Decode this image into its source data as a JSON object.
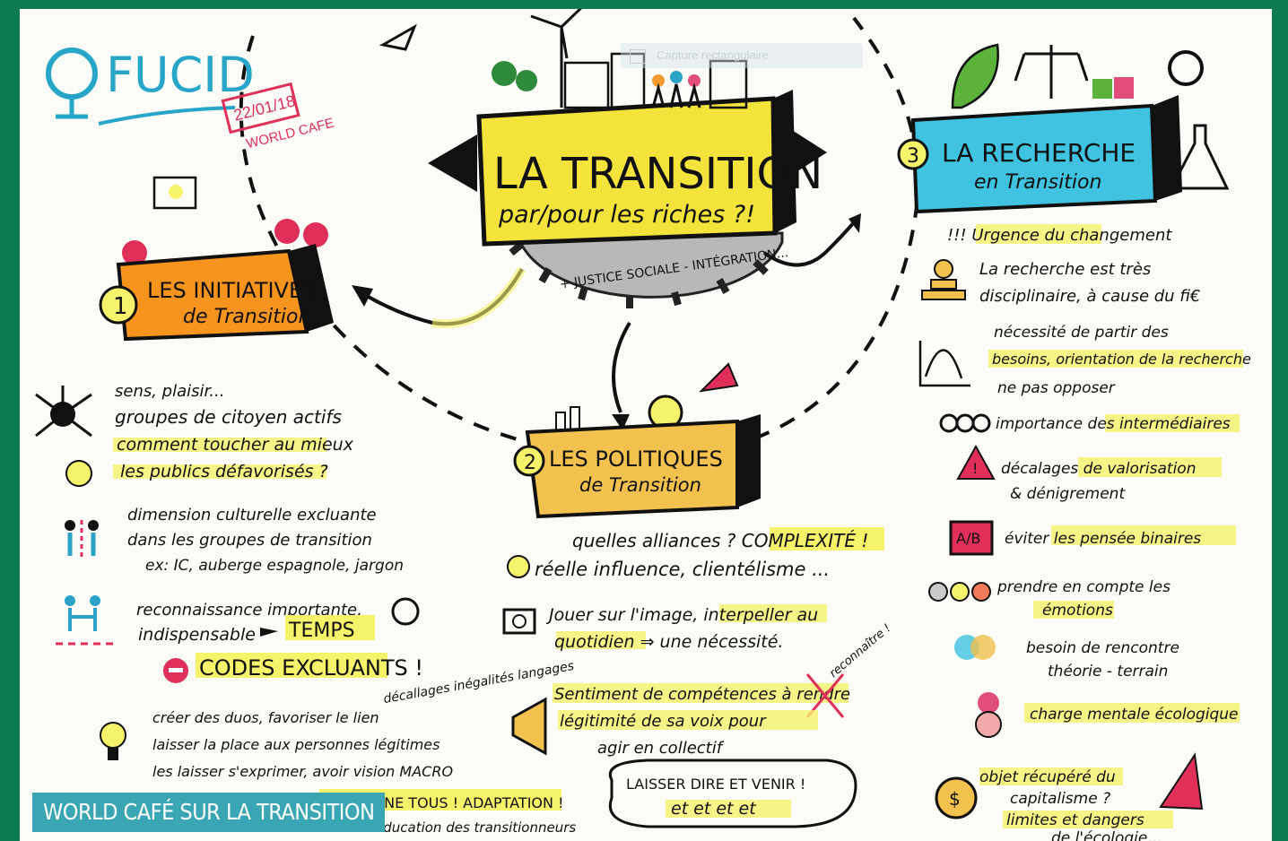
{
  "caption": "WORLD CAFÉ SUR LA TRANSITION",
  "overlay_hint": "Capture rectangulaire",
  "header": {
    "brand": "FUCID",
    "date": "22/01/18",
    "event": "WORLD CAFE"
  },
  "center": {
    "title": "LA TRANSITION",
    "subtitle": "par/pour les riches ?!",
    "gear": "+ JUSTICE SOCIALE - INTÉGRATION..."
  },
  "section1": {
    "num": "1",
    "title": "LES INITIATIVES",
    "subtitle": "de Transition",
    "notes": [
      "sens, plaisir...",
      "groupes de citoyen actifs",
      "comment toucher au mieux",
      "les publics défavorisés ?",
      "dimension culturelle excluante",
      "dans les groupes de transition",
      "ex: IC, auberge espagnole, jargon",
      "reconnaissance importante,",
      "indispensable",
      "TEMPS",
      "CODES EXCLUANTS !",
      "décallages inégalités langages",
      "créer des duos, favoriser le lien",
      "laisser la place aux personnes légitimes",
      "les laisser s'exprimer, avoir vision MACRO",
      "CONCERNE TOUS ! ADAPTATION !",
      "éducation des transitionneurs"
    ]
  },
  "section2": {
    "num": "2",
    "title": "LES POLITIQUES",
    "subtitle": "de Transition",
    "notes": [
      "quelles alliances ? COMPLEXITÉ !",
      "réelle influence, clientélisme ...",
      "Jouer sur l'image, interpeller au",
      "quotidien ⇒ une nécessité.",
      "Sentiment de compétences à rendre",
      "reconnaître !",
      "légitimité de sa voix pour",
      "agir en collectif",
      "LAISSER DIRE ET VENIR !",
      "et et et et"
    ]
  },
  "section3": {
    "num": "3",
    "title": "LA RECHERCHE",
    "subtitle": "en Transition",
    "notes": [
      "!!! Urgence du changement",
      "La recherche est très",
      "disciplinaire, à cause du fi€",
      "nécessité de partir des",
      "besoins, orientation de la recherche",
      "ne pas opposer",
      "importance des intermédiaires",
      "décalages de valorisation",
      "& dénigrement",
      "éviter les pensée binaires",
      "A/B",
      "prendre en compte les",
      "émotions",
      "besoin de rencontre",
      "théorie - terrain",
      "charge mentale écologique",
      "objet récupéré du",
      "capitalisme ?",
      "limites et dangers",
      "de l'écologie..."
    ]
  },
  "colors": {
    "board": "#fbfbf7",
    "green_frame": "#0e7a4f",
    "yellow": "#f4e33a",
    "orange": "#f7941d",
    "gold": "#f2c14e",
    "cyan": "#3fc3e0",
    "highlight": "#f6f36a",
    "teal_caption": "#3aa6b3"
  }
}
